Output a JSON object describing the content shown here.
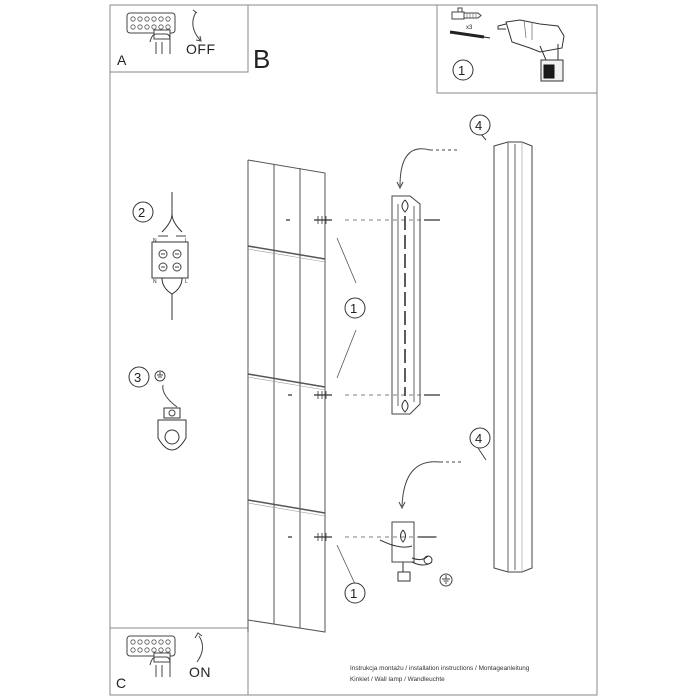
{
  "panels": {
    "a": {
      "letter": "A",
      "switch_label": "OFF"
    },
    "b": {
      "letter": "B"
    },
    "c": {
      "letter": "C",
      "switch_label": "ON"
    }
  },
  "screws_pack": {
    "count_label": "x3"
  },
  "callouts": {
    "one": "1",
    "two": "2",
    "three": "3",
    "four": "4"
  },
  "footer": {
    "line1": "Instrukcja montażu / installation instructions / Montageanleitung",
    "line2": "Kinkiet / Wall lamp / Wandleuchte"
  },
  "connector_marks": {
    "n": "N",
    "l": "L"
  }
}
